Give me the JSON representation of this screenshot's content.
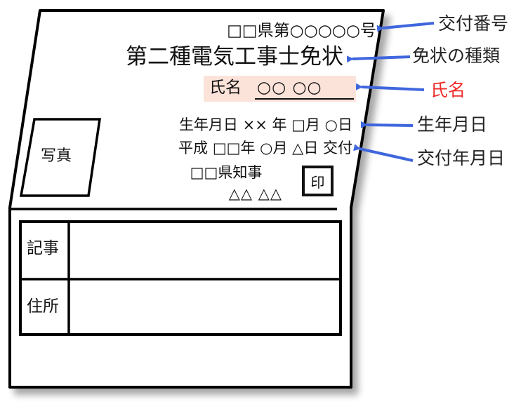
{
  "card": {
    "license_number": "□□県第○○○○○号",
    "license_title": "第二種電気工事士免状",
    "name_label": "氏名",
    "name_value": "○○ ○○",
    "birth_line": "生年月日 ×× 年 □月 ○日",
    "issue_line": "平成 □□年 ○月 △日 交付",
    "governor": "□□県知事",
    "governor_name": "△△ △△",
    "seal": "印",
    "photo": "写真",
    "table_rows": [
      {
        "label": "記事",
        "value": ""
      },
      {
        "label": "住所",
        "value": ""
      }
    ]
  },
  "callouts": [
    {
      "label": "交付番号",
      "color": "#222222"
    },
    {
      "label": "免状の種類",
      "color": "#222222"
    },
    {
      "label": "氏名",
      "color": "#f02a2a"
    },
    {
      "label": "生年月日",
      "color": "#222222"
    },
    {
      "label": "交付年月日",
      "color": "#222222"
    }
  ],
  "colors": {
    "arrow": "#3f66dd",
    "name_highlight": "#fbe3da",
    "callout_highlight": "#f02a2a"
  }
}
